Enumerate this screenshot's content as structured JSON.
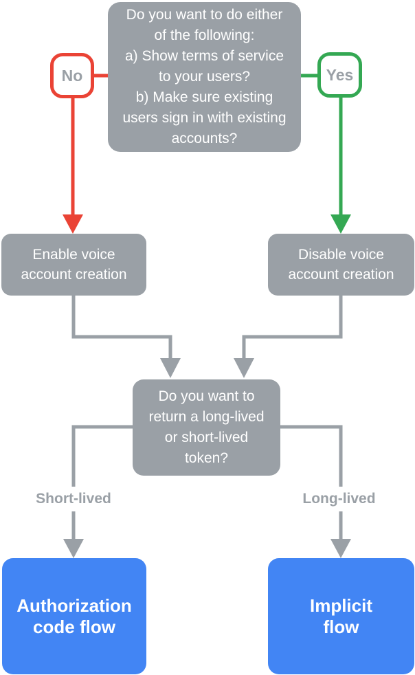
{
  "palette": {
    "node_gray": "#9AA0A6",
    "line_gray": "#9AA0A6",
    "no_red": "#EA4335",
    "yes_green": "#34A853",
    "terminal_blue": "#4285F4",
    "text_white": "#FFFFFF"
  },
  "flowchart": {
    "nodes": {
      "start_question": {
        "text": "Do you want to do either\nof the following:\na) Show terms of service\nto your users?\nb) Make sure existing\nusers sign in with existing\naccounts?"
      },
      "enable_voice": {
        "text": "Enable voice\naccount creation"
      },
      "disable_voice": {
        "text": "Disable voice\naccount creation"
      },
      "token_question": {
        "text": "Do you want to\nreturn a long-lived\nor short-lived\ntoken?"
      },
      "authorization_code_flow": {
        "text": "Authorization\ncode flow"
      },
      "implicit_flow": {
        "text": "Implicit\nflow"
      }
    },
    "decision_badges": {
      "no": {
        "label": "No",
        "color": "#EA4335"
      },
      "yes": {
        "label": "Yes",
        "color": "#34A853"
      }
    },
    "edge_labels": {
      "short_lived": "Short-lived",
      "long_lived": "Long-lived"
    },
    "edges": [
      {
        "from": "start_question",
        "to": "enable_voice",
        "via": "No",
        "color": "#EA4335"
      },
      {
        "from": "start_question",
        "to": "disable_voice",
        "via": "Yes",
        "color": "#34A853"
      },
      {
        "from": "enable_voice",
        "to": "token_question",
        "color": "#9AA0A6"
      },
      {
        "from": "disable_voice",
        "to": "token_question",
        "color": "#9AA0A6"
      },
      {
        "from": "token_question",
        "to": "authorization_code_flow",
        "via": "Short-lived",
        "color": "#9AA0A6"
      },
      {
        "from": "token_question",
        "to": "implicit_flow",
        "via": "Long-lived",
        "color": "#9AA0A6"
      }
    ]
  }
}
